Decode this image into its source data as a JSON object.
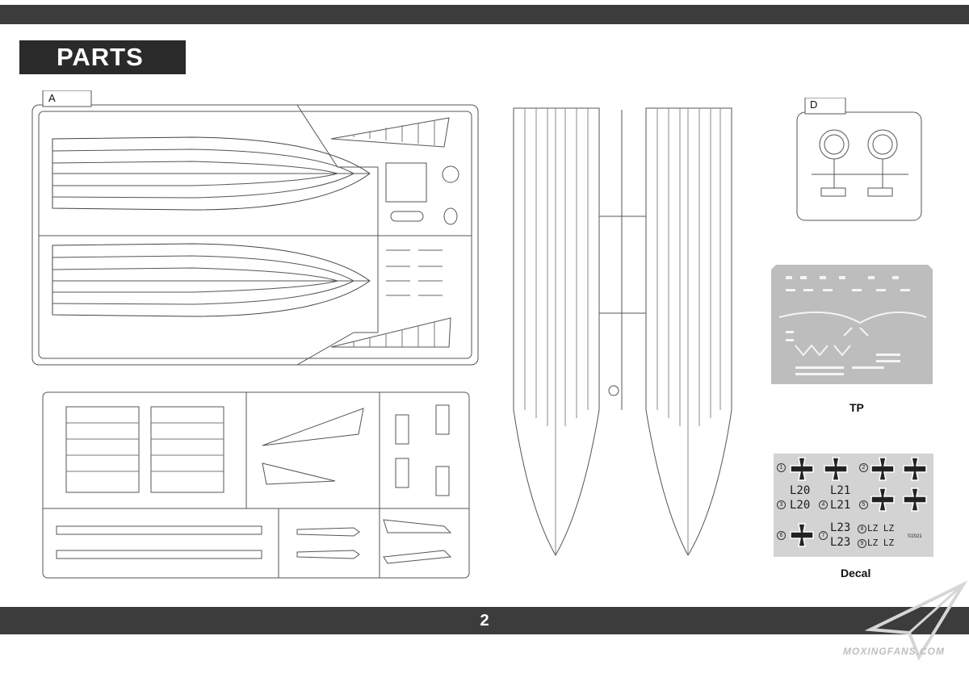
{
  "header": {
    "title": "PARTS"
  },
  "sprues": {
    "A": {
      "letter": "A"
    },
    "D": {
      "letter": "D"
    }
  },
  "labels": {
    "tp": "TP",
    "decal": "Decal"
  },
  "decal": {
    "numbers": [
      "1",
      "2",
      "3",
      "4",
      "5",
      "6",
      "7",
      "8",
      "9"
    ],
    "codes": [
      "L20",
      "L21",
      "L20",
      "L21",
      "L23",
      "L23",
      "LZ LZ",
      "LZ LZ"
    ],
    "fine_print": "©2021"
  },
  "footer": {
    "page_number": "2"
  },
  "watermark": {
    "text": "MOXINGFANS.COM"
  }
}
